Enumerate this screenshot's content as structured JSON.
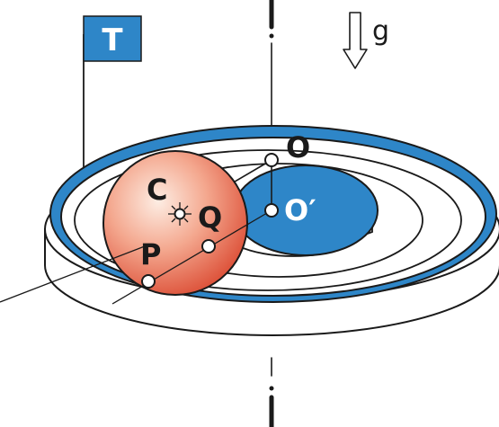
{
  "flag": {
    "label": "T"
  },
  "gravity": {
    "label": "g",
    "icon": "down-arrow-icon"
  },
  "points": {
    "O": "O",
    "O_prime": "O′",
    "C": "C",
    "Q": "Q",
    "P": "P"
  },
  "colors": {
    "blue": "#2E86C8",
    "outline": "#1a1a1a",
    "sphere_light": "#FCE3D6",
    "sphere_mid": "#F08A70",
    "sphere_dark": "#D9432B",
    "white": "#ffffff"
  }
}
